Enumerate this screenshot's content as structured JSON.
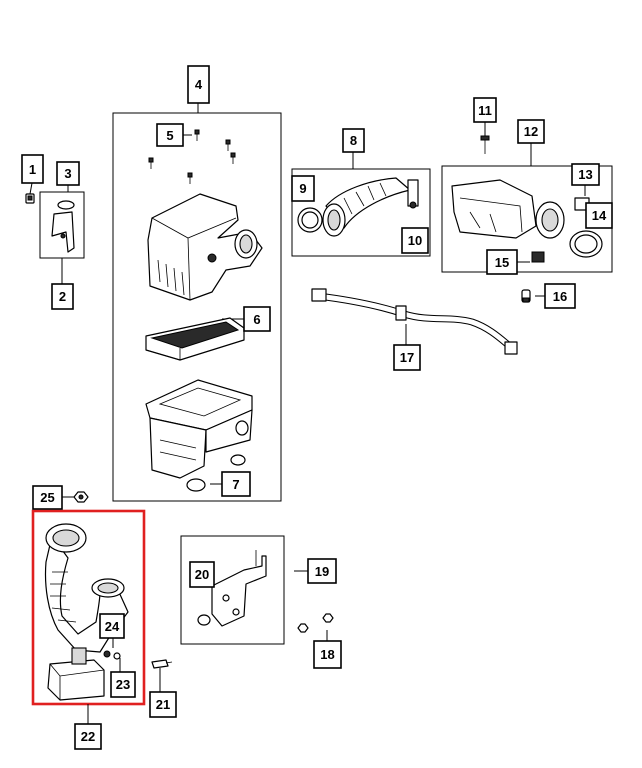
{
  "highlight_color": "#e02020",
  "callouts": [
    {
      "id": "c1",
      "label": "1"
    },
    {
      "id": "c2",
      "label": "2"
    },
    {
      "id": "c3",
      "label": "3"
    },
    {
      "id": "c4",
      "label": "4"
    },
    {
      "id": "c5",
      "label": "5"
    },
    {
      "id": "c6",
      "label": "6"
    },
    {
      "id": "c7",
      "label": "7"
    },
    {
      "id": "c8",
      "label": "8"
    },
    {
      "id": "c9",
      "label": "9"
    },
    {
      "id": "c10",
      "label": "10"
    },
    {
      "id": "c11",
      "label": "11"
    },
    {
      "id": "c12",
      "label": "12"
    },
    {
      "id": "c13",
      "label": "13"
    },
    {
      "id": "c14",
      "label": "14"
    },
    {
      "id": "c15",
      "label": "15"
    },
    {
      "id": "c16",
      "label": "16"
    },
    {
      "id": "c17",
      "label": "17"
    },
    {
      "id": "c18",
      "label": "18"
    },
    {
      "id": "c19",
      "label": "19"
    },
    {
      "id": "c20",
      "label": "20"
    },
    {
      "id": "c21",
      "label": "21"
    },
    {
      "id": "c22",
      "label": "22"
    },
    {
      "id": "c23",
      "label": "23"
    },
    {
      "id": "c24",
      "label": "24"
    },
    {
      "id": "c25",
      "label": "25"
    }
  ]
}
